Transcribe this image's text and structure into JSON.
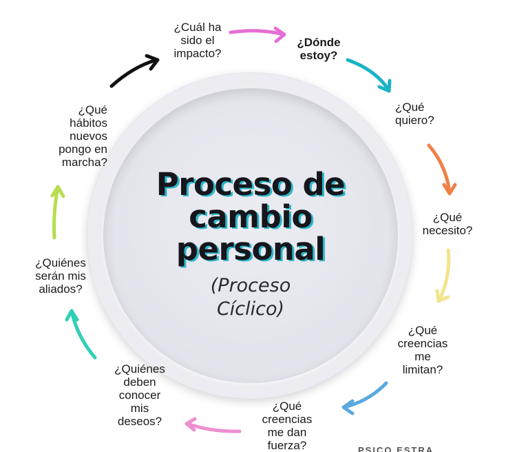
{
  "diagram": {
    "title_lines": [
      "Proceso de",
      "cambio",
      "personal"
    ],
    "subtitle_lines": [
      "(Proceso",
      "Cíclico)"
    ],
    "steps": [
      {
        "lines": [
          "¿Dónde",
          "estoy?"
        ],
        "emphasis": true
      },
      {
        "lines": [
          "¿Qué",
          "quiero?"
        ]
      },
      {
        "lines": [
          "¿Qué",
          "necesito?"
        ]
      },
      {
        "lines": [
          "¿Qué",
          "creencias",
          "me",
          "limitan?"
        ]
      },
      {
        "lines": [
          "¿Qué",
          "creencias",
          "me dan",
          "fuerza?"
        ]
      },
      {
        "lines": [
          "¿Quiénes",
          "deben",
          "conocer",
          "mis",
          "deseos?"
        ]
      },
      {
        "lines": [
          "¿Quiénes",
          "serán mis",
          "aliados?"
        ]
      },
      {
        "lines": [
          "¿Qué",
          "hábitos",
          "nuevos",
          "pongo en",
          "marcha?"
        ]
      },
      {
        "lines": [
          "¿Cuál ha",
          "sido el",
          "impacto?"
        ]
      }
    ],
    "arrow_colors": [
      "#e56fd4",
      "#19b3c6",
      "#f0804a",
      "#f2e48c",
      "#5aa8e0",
      "#ee8fd0",
      "#2fd0b6",
      "#b7dd4f",
      "#111111"
    ]
  },
  "footer": {
    "text": "PSICO ESTRA"
  }
}
